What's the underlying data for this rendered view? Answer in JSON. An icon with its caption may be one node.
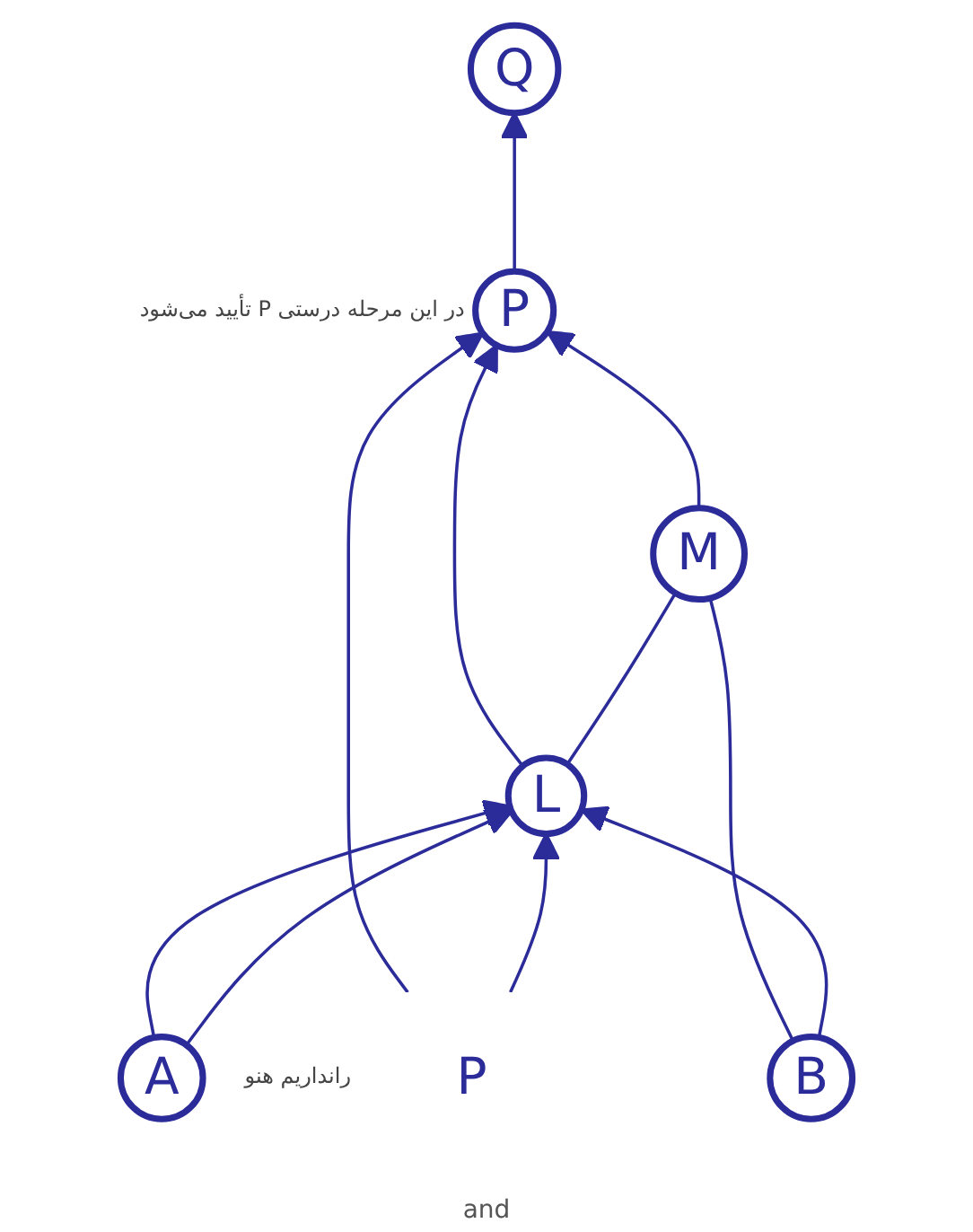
{
  "diagram": {
    "nodes": [
      {
        "text": [
          "Q"
        ]
      },
      {
        "text": [
          "P"
        ],
        "beside": [
          "در این مرحله درستی P تأیید می‌شود"
        ]
      },
      {
        "text": [
          "M"
        ]
      },
      {
        "text": [
          "L"
        ]
      },
      {
        "text": [
          "P"
        ],
        "beside": [
          "رانداریم هنو"
        ]
      },
      {
        "text": [
          "A"
        ]
      },
      {
        "text": [
          "B"
        ]
      }
    ],
    "edges": [
      {
        "from": 1,
        "to": 0,
        "arrow": "to"
      },
      {
        "from": 3,
        "to": 1,
        "arrow": "to"
      },
      {
        "from": 2,
        "to": 1,
        "arrow": "to"
      },
      {
        "from": 3,
        "to": 2,
        "arrow": "none"
      },
      {
        "from": 6,
        "to": 2,
        "arrow": "none"
      },
      {
        "from": 4,
        "to": 1,
        "arrow": "to"
      },
      {
        "from": 4,
        "to": 3,
        "arrow": "to"
      },
      {
        "from": 5,
        "to": 3,
        "arrow": "to"
      },
      {
        "from": 5,
        "to": 3,
        "arrow": "to"
      },
      {
        "from": 6,
        "to": 3,
        "arrow": "to"
      }
    ],
    "labels": [
      "and"
    ]
  }
}
